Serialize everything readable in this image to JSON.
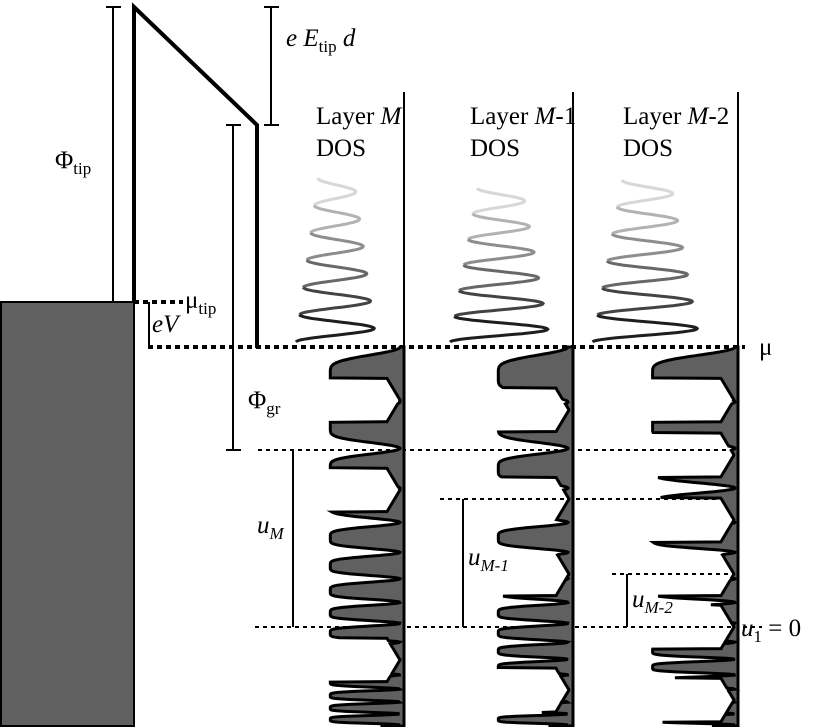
{
  "labels": {
    "phi_tip": {
      "main": "Φ",
      "sub": "tip"
    },
    "e_etip_d": {
      "pre": "e E",
      "sub": "tip",
      "post": " d"
    },
    "mu_tip": {
      "main": "μ",
      "sub": "tip"
    },
    "ev": "eV",
    "phi_gr": {
      "main": "Φ",
      "sub": "gr"
    },
    "mu": "μ",
    "u_m": {
      "main": "u",
      "sub": "M"
    },
    "u_m1": {
      "main": "u",
      "sub": "M-1"
    },
    "u_m2": {
      "main": "u",
      "sub": "M-2"
    },
    "u1_zero": {
      "main": "u",
      "sub": "1",
      "post": " = 0"
    }
  },
  "layers": [
    {
      "title_pre": "Layer ",
      "title_var": "M",
      "title_post": "",
      "dos": "DOS"
    },
    {
      "title_pre": "Layer ",
      "title_var": "M",
      "title_post": "-1",
      "dos": "DOS"
    },
    {
      "title_pre": "Layer ",
      "title_var": "M",
      "title_post": "-2",
      "dos": "DOS"
    }
  ],
  "colors": {
    "filled": "#606060",
    "line": "#000000"
  }
}
